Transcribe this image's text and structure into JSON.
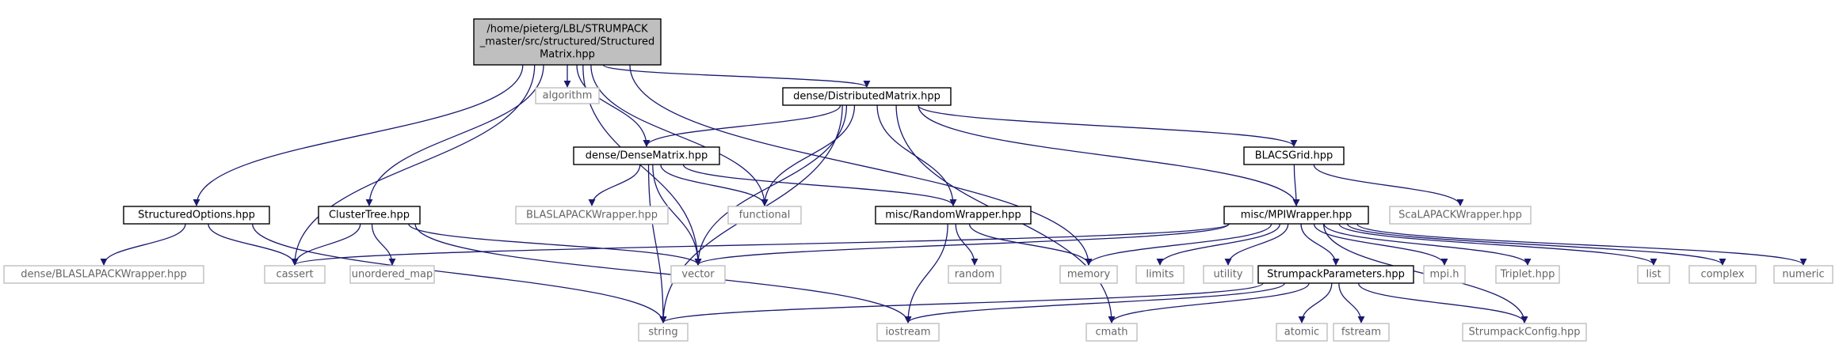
{
  "diagram": {
    "type": "include-dependency-graph",
    "colors": {
      "edge": "#191970",
      "root_fill": "#bfbfbf",
      "root_stroke": "#000000",
      "internal_stroke": "#000000",
      "external_stroke": "#bfbfbf",
      "external_text": "#666666"
    },
    "nodes": [
      {
        "id": "root",
        "kind": "root",
        "lines": [
          "/home/pieterg/LBL/STRUMPACK",
          "_master/src/structured/Structured",
          "Matrix.hpp"
        ]
      },
      {
        "id": "algorithm",
        "kind": "external",
        "lines": [
          "algorithm"
        ]
      },
      {
        "id": "distributed",
        "kind": "internal",
        "lines": [
          "dense/DistributedMatrix.hpp"
        ]
      },
      {
        "id": "densematrix",
        "kind": "internal",
        "lines": [
          "dense/DenseMatrix.hpp"
        ]
      },
      {
        "id": "blacsgrid",
        "kind": "internal",
        "lines": [
          "BLACSGrid.hpp"
        ]
      },
      {
        "id": "structopts",
        "kind": "internal",
        "lines": [
          "StructuredOptions.hpp"
        ]
      },
      {
        "id": "clustertree",
        "kind": "internal",
        "lines": [
          "ClusterTree.hpp"
        ]
      },
      {
        "id": "blaslapack",
        "kind": "external",
        "lines": [
          "BLASLAPACKWrapper.hpp"
        ]
      },
      {
        "id": "functional",
        "kind": "external",
        "lines": [
          "functional"
        ]
      },
      {
        "id": "randomwrapper",
        "kind": "internal",
        "lines": [
          "misc/RandomWrapper.hpp"
        ]
      },
      {
        "id": "mpiwrapper",
        "kind": "internal",
        "lines": [
          "misc/MPIWrapper.hpp"
        ]
      },
      {
        "id": "scalapack",
        "kind": "external",
        "lines": [
          "ScaLAPACKWrapper.hpp"
        ]
      },
      {
        "id": "denseblaslapack",
        "kind": "external",
        "lines": [
          "dense/BLASLAPACKWrapper.hpp"
        ]
      },
      {
        "id": "cassert",
        "kind": "external",
        "lines": [
          "cassert"
        ]
      },
      {
        "id": "unordered_map",
        "kind": "external",
        "lines": [
          "unordered_map"
        ]
      },
      {
        "id": "vector",
        "kind": "external",
        "lines": [
          "vector"
        ]
      },
      {
        "id": "random",
        "kind": "external",
        "lines": [
          "random"
        ]
      },
      {
        "id": "memory",
        "kind": "external",
        "lines": [
          "memory"
        ]
      },
      {
        "id": "limits",
        "kind": "external",
        "lines": [
          "limits"
        ]
      },
      {
        "id": "utility",
        "kind": "external",
        "lines": [
          "utility"
        ]
      },
      {
        "id": "strumpackparams",
        "kind": "internal",
        "lines": [
          "StrumpackParameters.hpp"
        ]
      },
      {
        "id": "mpih",
        "kind": "external",
        "lines": [
          "mpi.h"
        ]
      },
      {
        "id": "triplet",
        "kind": "external",
        "lines": [
          "Triplet.hpp"
        ]
      },
      {
        "id": "list",
        "kind": "external",
        "lines": [
          "list"
        ]
      },
      {
        "id": "complex",
        "kind": "external",
        "lines": [
          "complex"
        ]
      },
      {
        "id": "numeric",
        "kind": "external",
        "lines": [
          "numeric"
        ]
      },
      {
        "id": "string",
        "kind": "external",
        "lines": [
          "string"
        ]
      },
      {
        "id": "iostream",
        "kind": "external",
        "lines": [
          "iostream"
        ]
      },
      {
        "id": "cmath",
        "kind": "external",
        "lines": [
          "cmath"
        ]
      },
      {
        "id": "atomic",
        "kind": "external",
        "lines": [
          "atomic"
        ]
      },
      {
        "id": "fstream",
        "kind": "external",
        "lines": [
          "fstream"
        ]
      },
      {
        "id": "strumpackconfig",
        "kind": "external",
        "lines": [
          "StrumpackConfig.hpp"
        ]
      }
    ],
    "edges": [
      [
        "root",
        "algorithm"
      ],
      [
        "root",
        "distributed"
      ],
      [
        "root",
        "densematrix"
      ],
      [
        "root",
        "functional"
      ],
      [
        "root",
        "memory"
      ],
      [
        "root",
        "structopts"
      ],
      [
        "root",
        "clustertree"
      ],
      [
        "root",
        "cassert"
      ],
      [
        "root",
        "vector"
      ],
      [
        "distributed",
        "densematrix"
      ],
      [
        "distributed",
        "blacsgrid"
      ],
      [
        "distributed",
        "functional"
      ],
      [
        "distributed",
        "randomwrapper"
      ],
      [
        "distributed",
        "mpiwrapper"
      ],
      [
        "distributed",
        "vector"
      ],
      [
        "distributed",
        "string"
      ],
      [
        "distributed",
        "cmath"
      ],
      [
        "densematrix",
        "blaslapack"
      ],
      [
        "densematrix",
        "functional"
      ],
      [
        "densematrix",
        "randomwrapper"
      ],
      [
        "densematrix",
        "vector"
      ],
      [
        "densematrix",
        "string"
      ],
      [
        "blacsgrid",
        "mpiwrapper"
      ],
      [
        "blacsgrid",
        "scalapack"
      ],
      [
        "structopts",
        "denseblaslapack"
      ],
      [
        "structopts",
        "cassert"
      ],
      [
        "structopts",
        "string"
      ],
      [
        "clustertree",
        "cassert"
      ],
      [
        "clustertree",
        "unordered_map"
      ],
      [
        "clustertree",
        "vector"
      ],
      [
        "clustertree",
        "iostream"
      ],
      [
        "randomwrapper",
        "random"
      ],
      [
        "randomwrapper",
        "memory"
      ],
      [
        "randomwrapper",
        "iostream"
      ],
      [
        "mpiwrapper",
        "cassert"
      ],
      [
        "mpiwrapper",
        "vector"
      ],
      [
        "mpiwrapper",
        "memory"
      ],
      [
        "mpiwrapper",
        "limits"
      ],
      [
        "mpiwrapper",
        "utility"
      ],
      [
        "mpiwrapper",
        "strumpackparams"
      ],
      [
        "mpiwrapper",
        "mpih"
      ],
      [
        "mpiwrapper",
        "triplet"
      ],
      [
        "mpiwrapper",
        "list"
      ],
      [
        "mpiwrapper",
        "complex"
      ],
      [
        "mpiwrapper",
        "numeric"
      ],
      [
        "mpiwrapper",
        "strumpackconfig"
      ],
      [
        "strumpackparams",
        "string"
      ],
      [
        "strumpackparams",
        "iostream"
      ],
      [
        "strumpackparams",
        "cmath"
      ],
      [
        "strumpackparams",
        "atomic"
      ],
      [
        "strumpackparams",
        "fstream"
      ],
      [
        "strumpackparams",
        "strumpackconfig"
      ]
    ]
  }
}
